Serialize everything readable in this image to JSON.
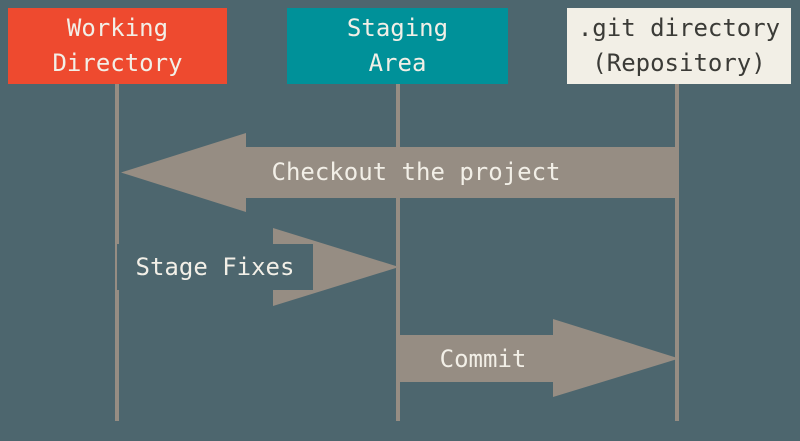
{
  "diagram": {
    "type": "git-areas-flow",
    "colors": {
      "background": "#4d666e",
      "connector": "#968d83",
      "working_directory_box": "#ee4a2f",
      "staging_area_box": "#009199",
      "git_directory_box": "#f2efe6",
      "light_text": "#f2efe7",
      "dark_text": "#3b3b37"
    },
    "boxes": [
      {
        "id": "working-directory",
        "line1": "Working",
        "line2": "Directory"
      },
      {
        "id": "staging-area",
        "line1": "Staging",
        "line2": "Area"
      },
      {
        "id": "git-directory",
        "line1": ".git directory",
        "line2": "(Repository)"
      }
    ],
    "arrows": [
      {
        "label": "Checkout the project",
        "direction": "left",
        "from": ".git directory (Repository)",
        "to": "Working Directory"
      },
      {
        "label": "Stage Fixes",
        "direction": "right",
        "from": "Working Directory",
        "to": "Staging Area"
      },
      {
        "label": "Commit",
        "direction": "right",
        "from": "Staging Area",
        "to": ".git directory (Repository)"
      }
    ]
  }
}
